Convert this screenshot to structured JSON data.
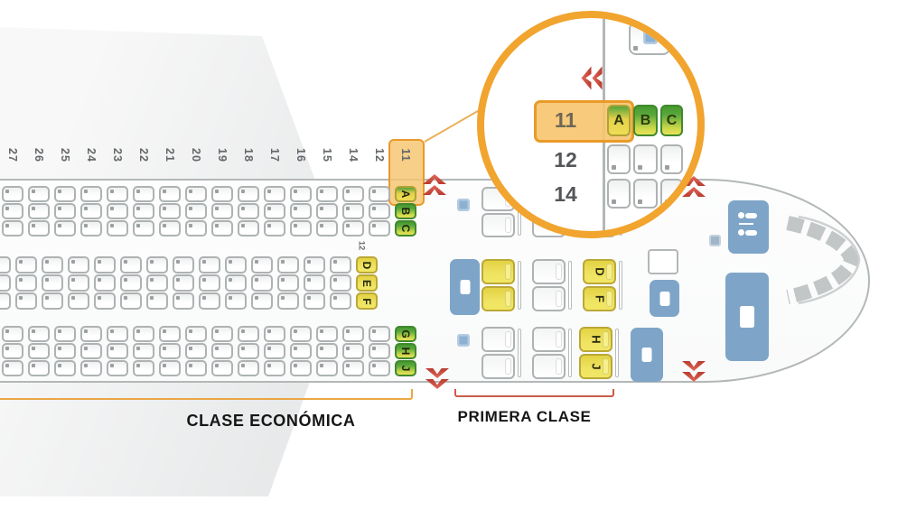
{
  "captions": {
    "economy": "CLASE ECONÓMICA",
    "first_class": "PRIMERA CLASE"
  },
  "economy": {
    "row_labels": [
      "27",
      "26",
      "25",
      "24",
      "23",
      "22",
      "21",
      "20",
      "19",
      "18",
      "17",
      "16",
      "15",
      "14",
      "12",
      "11"
    ],
    "mid_row_tag": "12",
    "bank_top_letters": [
      "A",
      "B",
      "C"
    ],
    "bank_mid_letters": [
      "D",
      "E",
      "F"
    ],
    "bank_bot_letters": [
      "G",
      "H",
      "J"
    ],
    "highlight_top": {
      "row": "11",
      "A": "a",
      "B": "green",
      "C": "green"
    },
    "highlight_mid": {
      "row": "12",
      "D": "yellow",
      "E": "yellow",
      "F": "yellow"
    },
    "highlight_bot": {
      "row": "11",
      "G": "green",
      "H": "green",
      "J": "green"
    }
  },
  "first_class": {
    "bands": [
      {
        "id": "top",
        "pairs": [
          {
            "style": "white",
            "labels": [
              "",
              ""
            ]
          },
          {
            "style": "white",
            "labels": [
              "",
              ""
            ]
          },
          {
            "style": "white",
            "labels": [
              "",
              ""
            ]
          }
        ]
      },
      {
        "id": "mid",
        "pairs": [
          {
            "style": "yellow",
            "labels": [
              "",
              ""
            ]
          },
          {
            "style": "white",
            "labels": [
              "",
              ""
            ]
          },
          {
            "style": "yellow",
            "labels": [
              "D",
              "F"
            ]
          }
        ]
      },
      {
        "id": "bot",
        "pairs": [
          {
            "style": "white",
            "labels": [
              "",
              ""
            ]
          },
          {
            "style": "white",
            "labels": [
              "",
              ""
            ]
          },
          {
            "style": "yellow",
            "labels": [
              "H",
              "J"
            ]
          }
        ]
      }
    ]
  },
  "inset": {
    "magnified_rows": [
      {
        "number": "11",
        "highlighted": true,
        "seats": [
          {
            "label": "A",
            "style": "a"
          },
          {
            "label": "B",
            "style": "green"
          },
          {
            "label": "C",
            "style": "green"
          }
        ]
      },
      {
        "number": "12",
        "highlighted": false,
        "seats": [
          {
            "label": "",
            "style": "white"
          },
          {
            "label": "",
            "style": "white"
          },
          {
            "label": "",
            "style": "white"
          }
        ]
      },
      {
        "number": "14",
        "highlighted": false,
        "seats": [
          {
            "label": "",
            "style": "white"
          },
          {
            "label": "",
            "style": "white"
          },
          {
            "label": "",
            "style": "white"
          }
        ]
      }
    ]
  },
  "colors": {
    "magnifier_orange": "#f1a42e",
    "highlight_box_orange": "#e9992b",
    "seat_yellow": "#eede52",
    "seat_green": "#4a9e38",
    "fixture_blue": "#7ea5c8",
    "exit_red": "#c9473a",
    "economy_bracket": "#e9a743",
    "first_class_bracket": "#cb5b4b"
  }
}
